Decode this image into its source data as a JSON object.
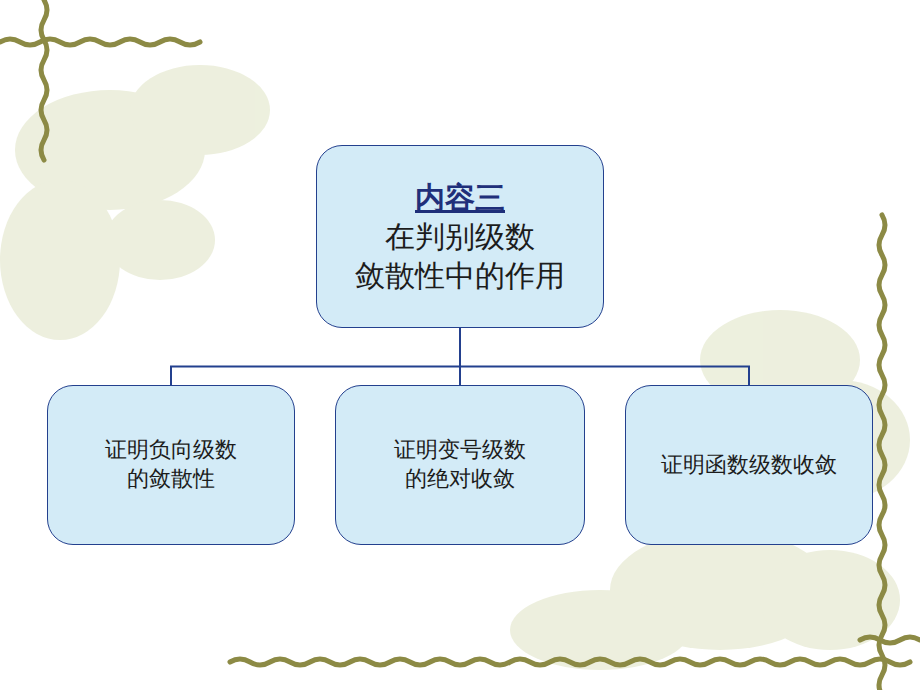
{
  "diagram": {
    "nodes": [
      {
        "text": [
          "内容三",
          "在判别级数 敛散性中的作用"
        ]
      },
      {
        "text": [
          "证明负向级数 的敛散性"
        ]
      },
      {
        "text": [
          "证明变号级数 的绝对收敛"
        ]
      },
      {
        "text": [
          "证明函数级数收敛"
        ]
      }
    ],
    "edges": [
      {
        "from": 0,
        "to": 1,
        "arrow": "none"
      },
      {
        "from": 0,
        "to": 2,
        "arrow": "none"
      },
      {
        "from": 0,
        "to": 3,
        "arrow": "none"
      }
    ]
  }
}
